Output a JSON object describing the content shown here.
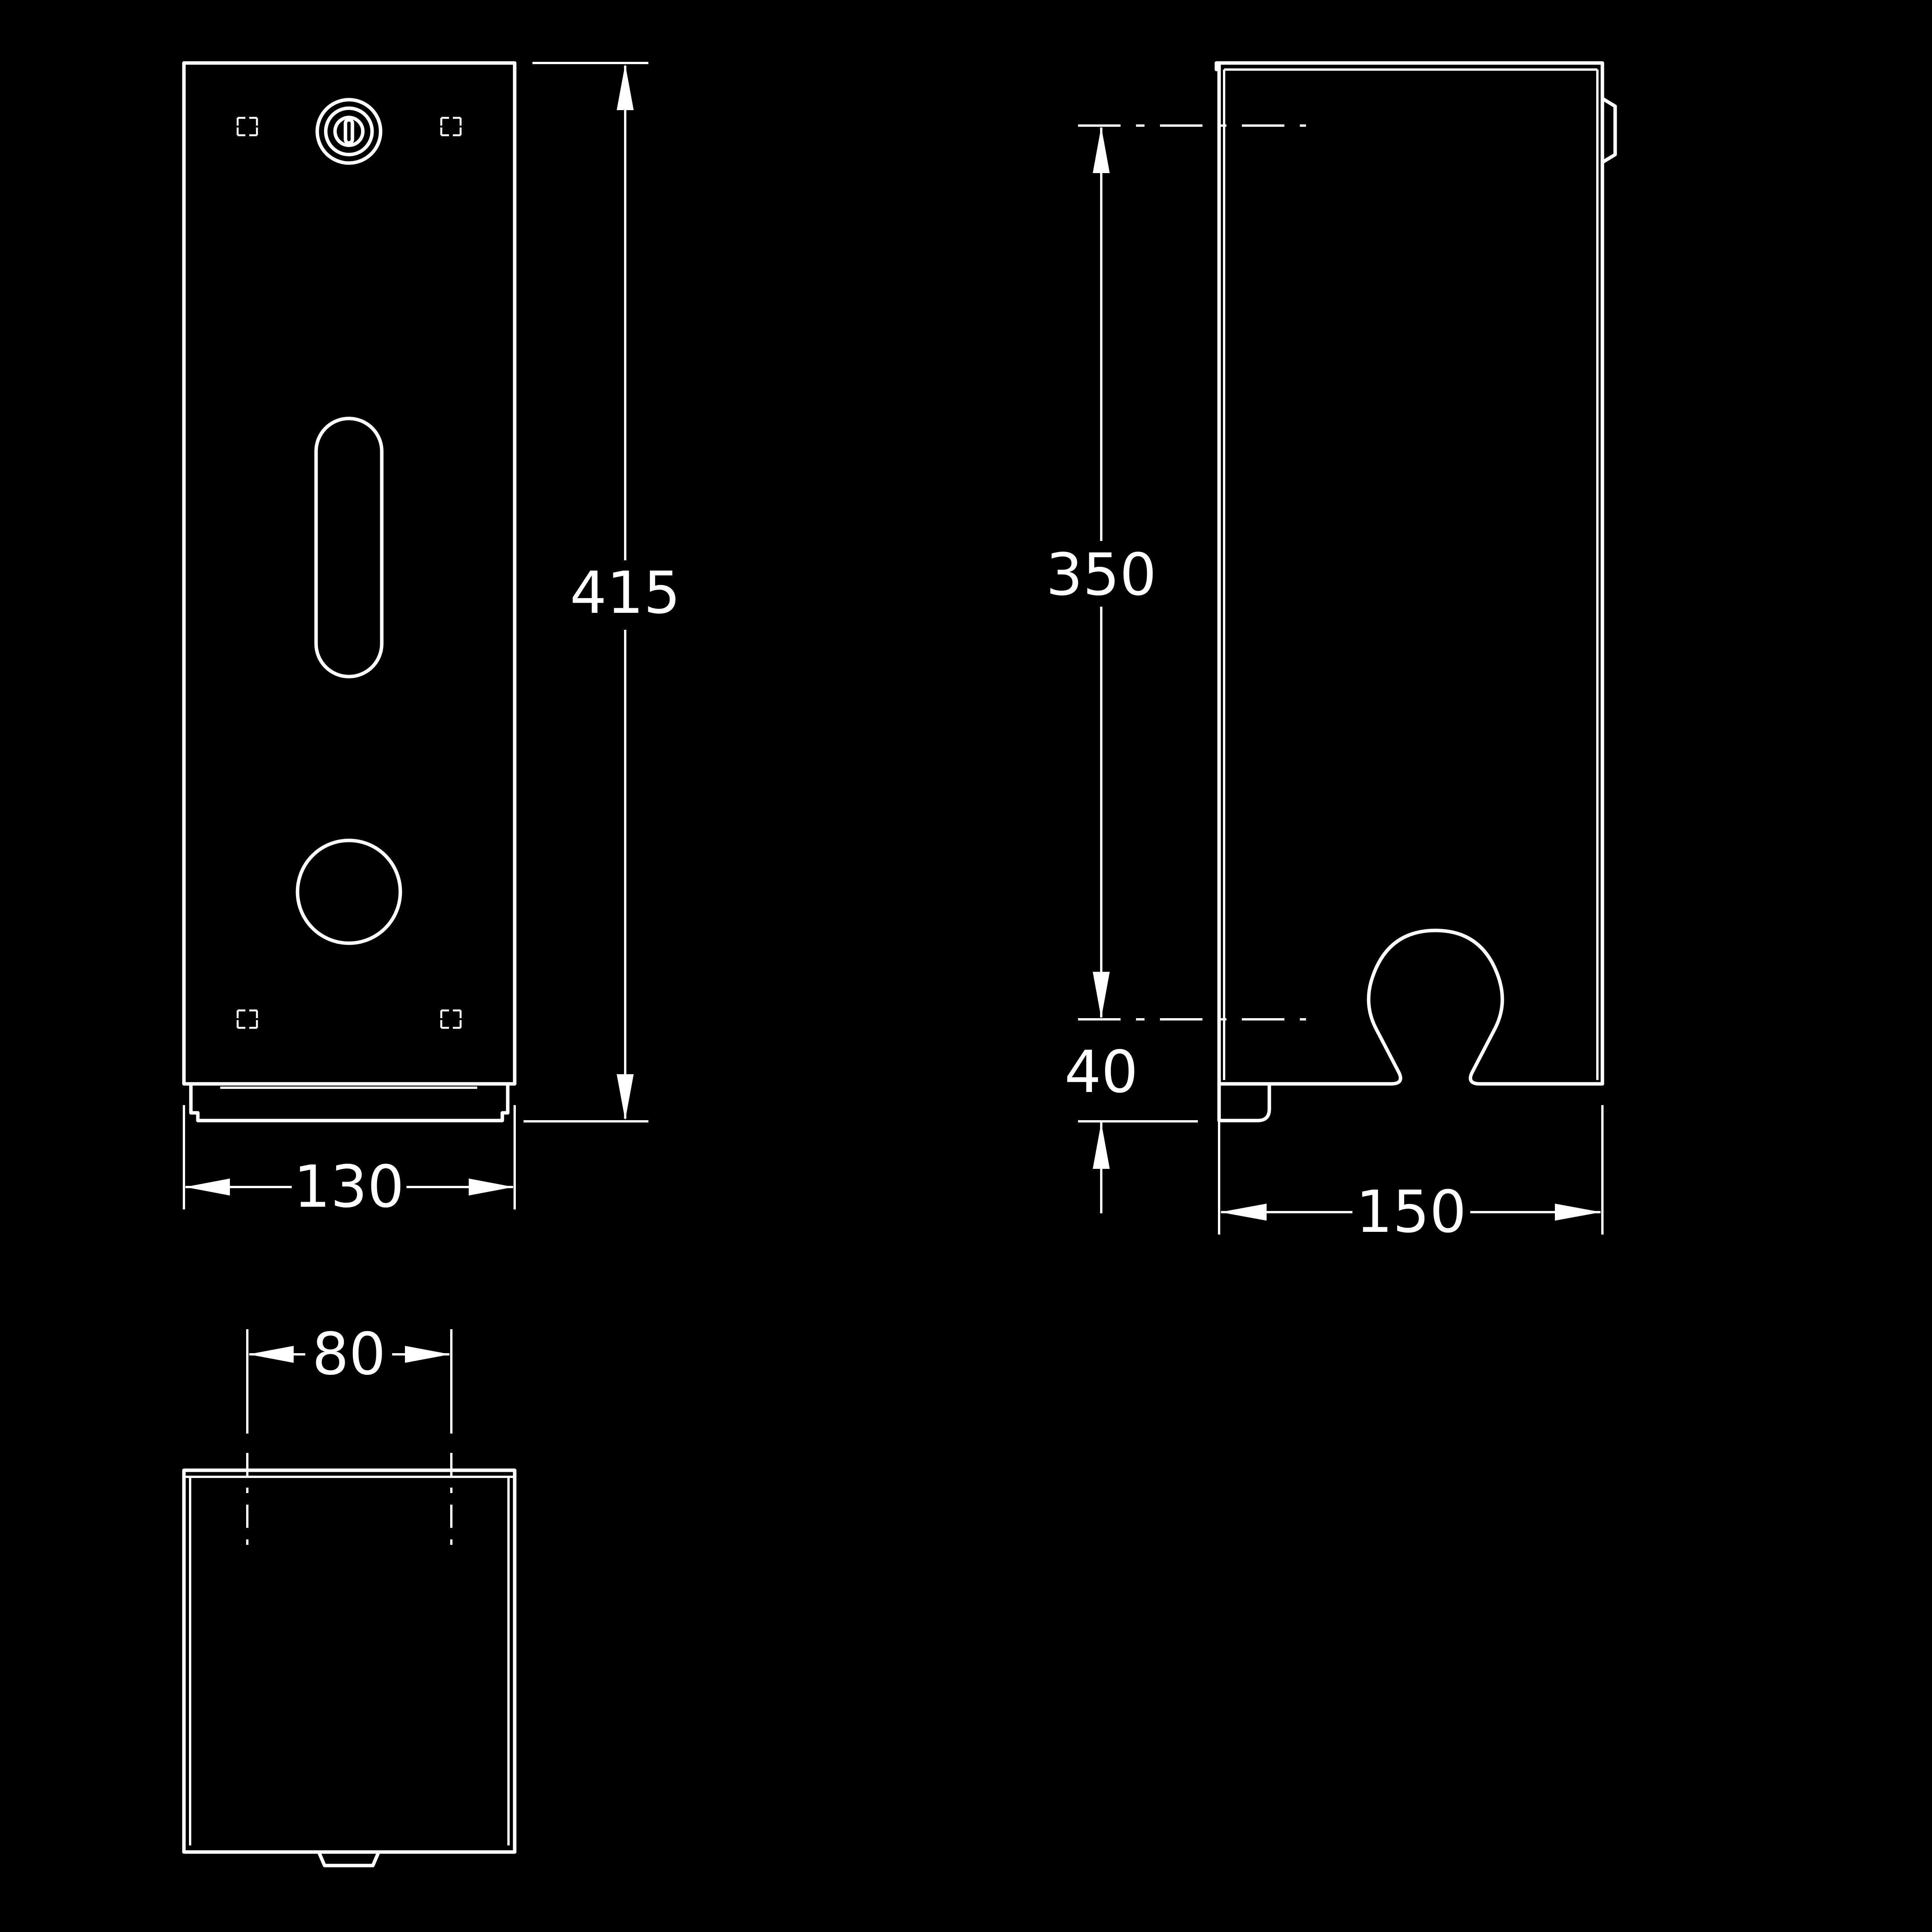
{
  "drawing": {
    "background": "#000000",
    "line_color": "#ffffff"
  },
  "dimensions": {
    "front_width": "130",
    "front_height": "415",
    "side_depth": "150",
    "side_mount_spacing": "350",
    "side_bottom_offset": "40",
    "top_hole_spacing": "80"
  },
  "views": [
    "front-view",
    "side-view",
    "top-view"
  ]
}
